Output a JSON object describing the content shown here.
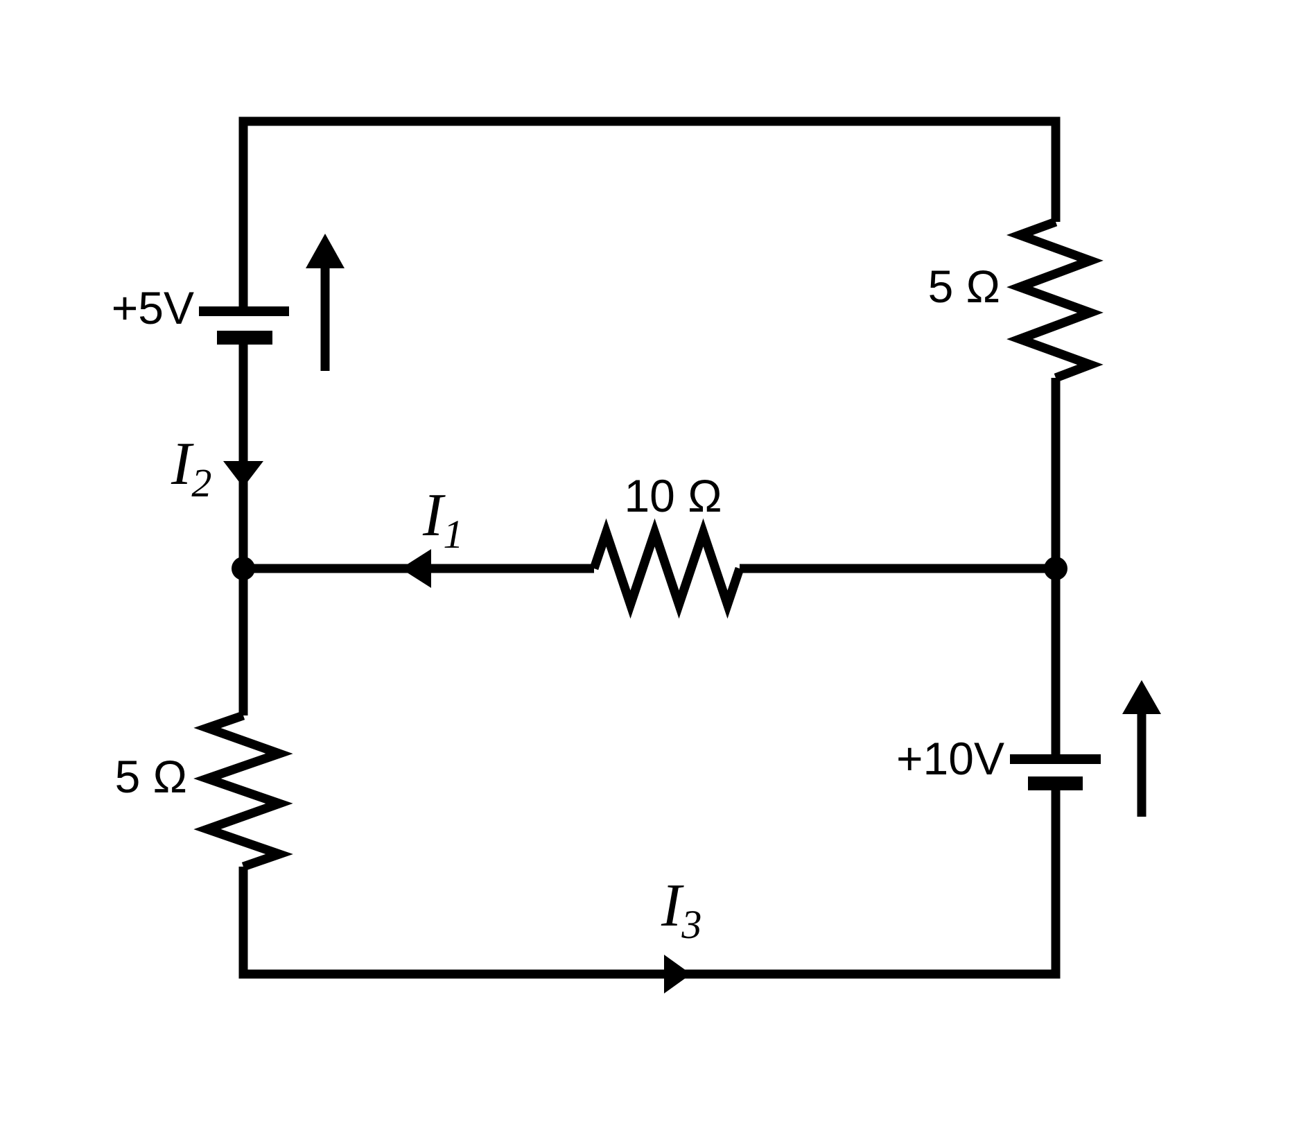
{
  "circuit": {
    "colors": {
      "ink": "#000000",
      "background": "#ffffff"
    },
    "batteries": {
      "left": {
        "label": "+5V"
      },
      "right": {
        "label": "+10V"
      }
    },
    "resistors": {
      "middle": {
        "label": "10 Ω"
      },
      "top_right": {
        "label": "5 Ω"
      },
      "bottom_left": {
        "label": "5 Ω"
      }
    },
    "currents": {
      "i1": {
        "symbol": "I",
        "subscript": "1"
      },
      "i2": {
        "symbol": "I",
        "subscript": "2"
      },
      "i3": {
        "symbol": "I",
        "subscript": "3"
      }
    }
  }
}
